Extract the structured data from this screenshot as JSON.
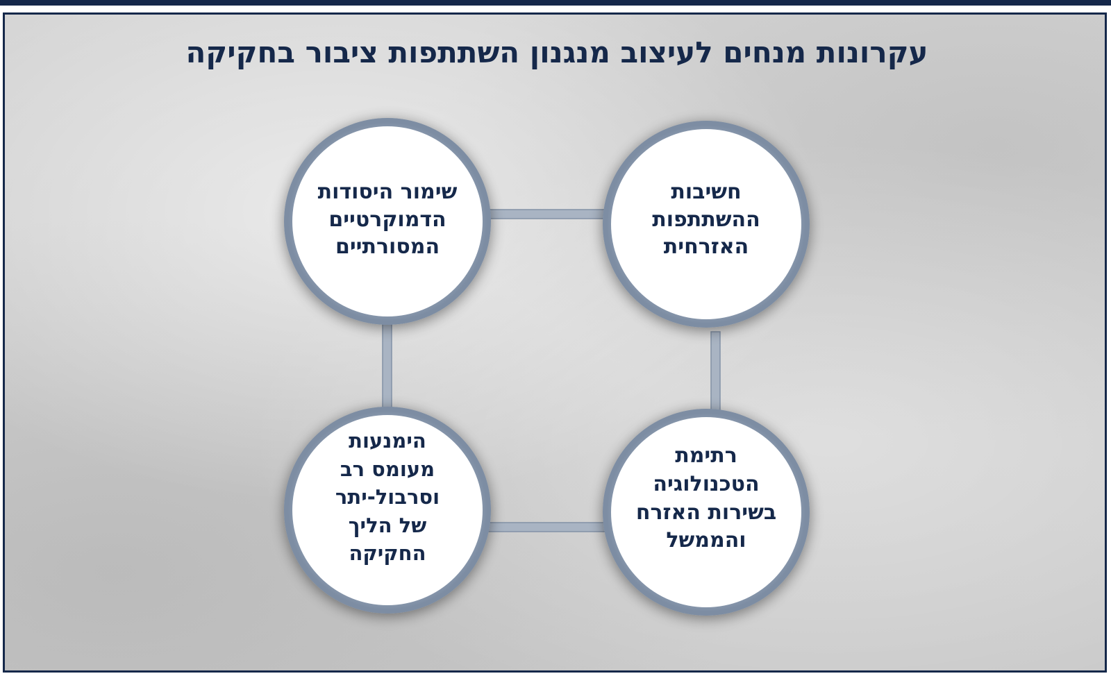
{
  "title": "עקרונות מנחים לעיצוב מנגנון השתתפות ציבור בחקיקה",
  "colors": {
    "navy": "#15284a",
    "circle_border": "#8b9bb0",
    "connector": "#aab5c4"
  },
  "nodes": [
    {
      "id": "top-right",
      "lines": [
        "חשיבות",
        "ההשתתפות",
        "האזרחית"
      ]
    },
    {
      "id": "top-left",
      "lines": [
        "שימור היסודות",
        "הדמוקרטיים",
        "המסורתיים"
      ]
    },
    {
      "id": "bottom-right",
      "lines": [
        "רתימת",
        "הטכנולוגיה",
        "בשירות האזרח",
        "והממשל"
      ]
    },
    {
      "id": "bottom-left",
      "lines": [
        "הימנעות",
        "מעומס רב",
        "וסרבול-יתר",
        "של הליך",
        "החקיקה"
      ]
    }
  ]
}
